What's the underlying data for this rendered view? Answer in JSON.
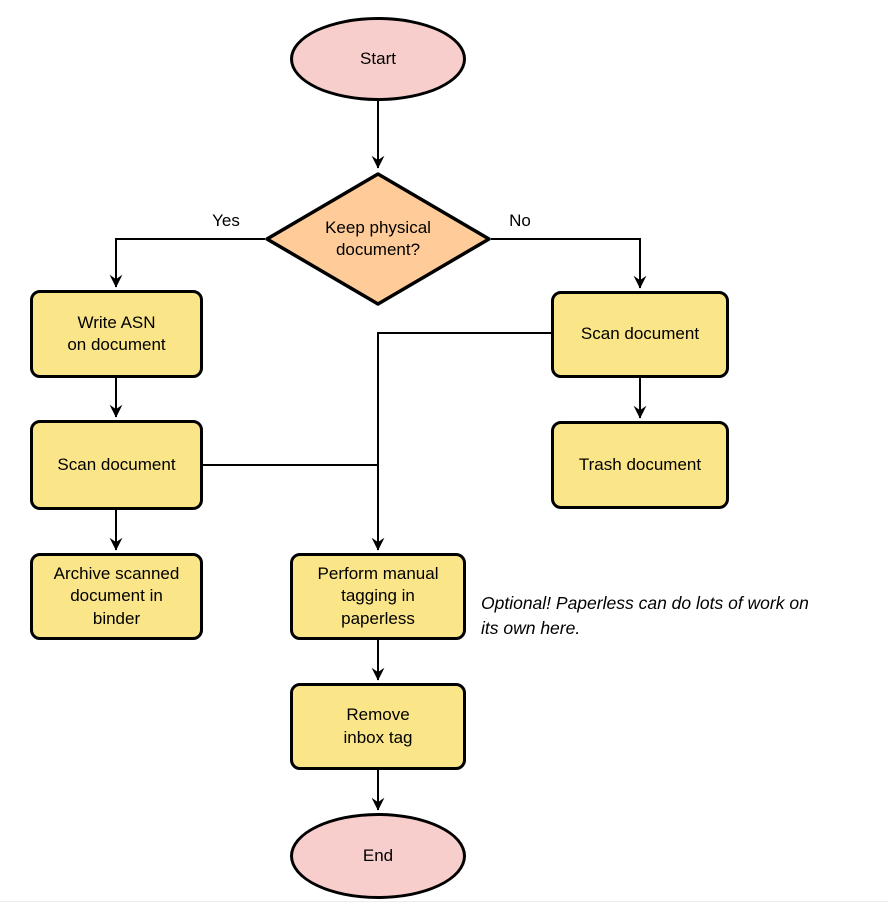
{
  "diagram": {
    "type": "flowchart",
    "background": "#ffffff",
    "colors": {
      "terminator_fill": "#f8cecc",
      "decision_fill": "#ffcc99",
      "process_fill": "#fae588",
      "stroke": "#000000",
      "text": "#000000"
    },
    "nodes": {
      "start": {
        "shape": "terminator",
        "lines": [
          "Start"
        ]
      },
      "decision": {
        "shape": "decision",
        "lines": [
          "Keep physical",
          "document?"
        ]
      },
      "write_asn": {
        "shape": "process",
        "lines": [
          "Write ASN",
          "on document"
        ]
      },
      "scan_left": {
        "shape": "process",
        "lines": [
          "Scan document"
        ]
      },
      "archive": {
        "shape": "process",
        "lines": [
          "Archive scanned",
          "document in",
          "binder"
        ]
      },
      "scan_right": {
        "shape": "process",
        "lines": [
          "Scan document"
        ]
      },
      "trash": {
        "shape": "process",
        "lines": [
          "Trash document"
        ]
      },
      "perform_tagging": {
        "shape": "process",
        "lines": [
          "Perform manual",
          "tagging in",
          "paperless"
        ]
      },
      "remove_inbox": {
        "shape": "process",
        "lines": [
          "Remove",
          "inbox tag"
        ]
      },
      "end": {
        "shape": "terminator",
        "lines": [
          "End"
        ]
      }
    },
    "edge_labels": {
      "yes": "Yes",
      "no": "No"
    },
    "note": {
      "lines": [
        "Optional! Paperless can do lots of work on",
        "its own here."
      ]
    }
  }
}
